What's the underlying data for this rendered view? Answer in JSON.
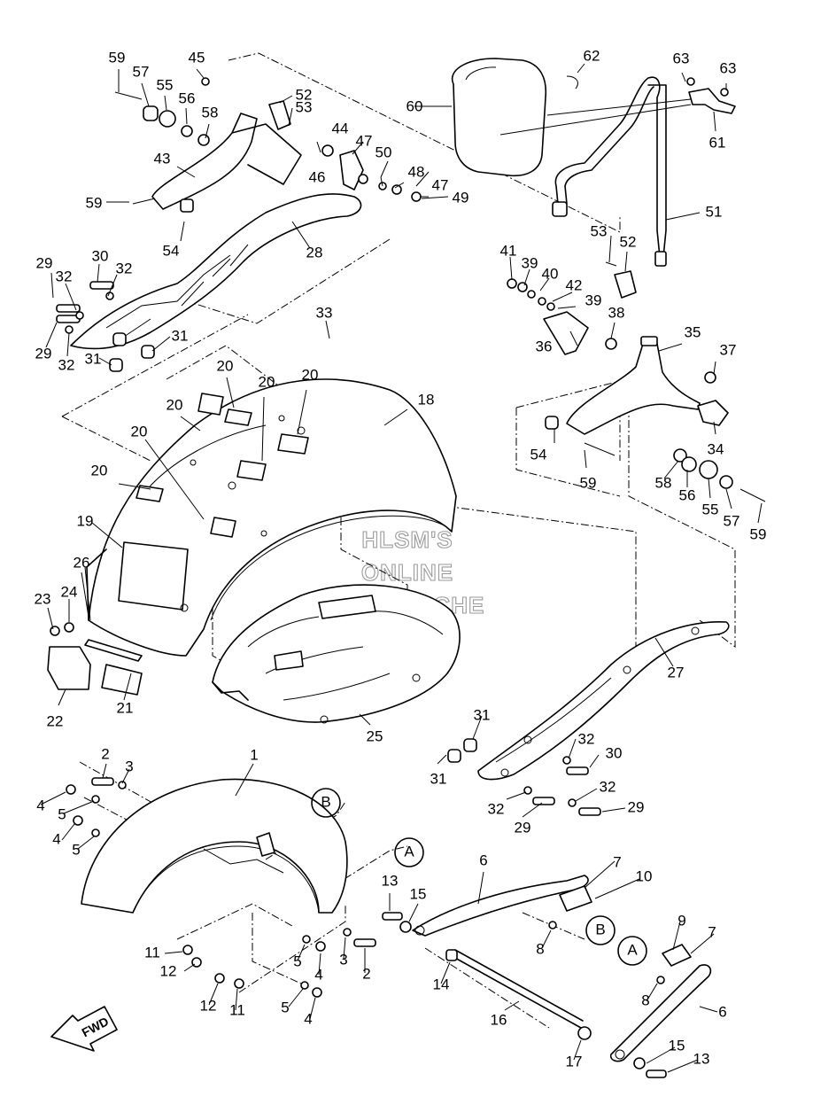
{
  "watermark": [
    "HLSM'S",
    "ONLINE",
    "MICROFICHE"
  ],
  "fwd_label": "FWD",
  "reference_marks": [
    "A",
    "B",
    "B",
    "A"
  ],
  "part_numbers": [
    "59",
    "57",
    "55",
    "56",
    "58",
    "45",
    "52",
    "53",
    "44",
    "47",
    "50",
    "48",
    "47",
    "49",
    "46",
    "43",
    "59",
    "54",
    "28",
    "62",
    "60",
    "63",
    "63",
    "61",
    "51",
    "53",
    "52",
    "41",
    "39",
    "40",
    "42",
    "39",
    "38",
    "36",
    "35",
    "37",
    "34",
    "54",
    "59",
    "58",
    "56",
    "55",
    "57",
    "59",
    "29",
    "30",
    "32",
    "32",
    "29",
    "32",
    "31",
    "31",
    "33",
    "20",
    "20",
    "20",
    "20",
    "20",
    "20",
    "18",
    "19",
    "26",
    "23",
    "24",
    "22",
    "21",
    "25",
    "27",
    "31",
    "31",
    "32",
    "30",
    "32",
    "32",
    "29",
    "29",
    "2",
    "3",
    "1",
    "4",
    "5",
    "4",
    "5",
    "11",
    "12",
    "12",
    "11",
    "5",
    "4",
    "3",
    "2",
    "5",
    "4",
    "13",
    "15",
    "14",
    "16",
    "17",
    "6",
    "7",
    "10",
    "8",
    "9",
    "7",
    "8",
    "6",
    "15",
    "13"
  ]
}
